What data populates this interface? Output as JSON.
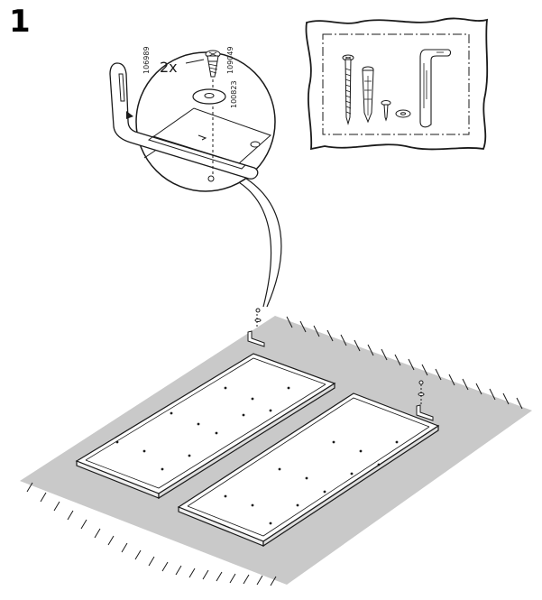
{
  "step": {
    "number": "1"
  },
  "callout": {
    "quantity": "2x",
    "part_screw": "109049",
    "part_bracket": "106989",
    "part_washer": "100823"
  },
  "colors": {
    "line": "#1a1a1a",
    "floor": "#c8c8c8",
    "panel": "#ffffff"
  }
}
